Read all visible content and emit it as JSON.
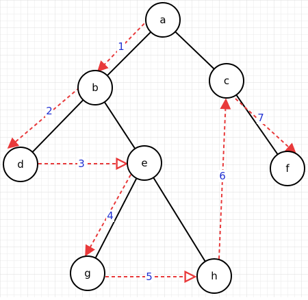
{
  "colors": {
    "node_stroke": "#000000",
    "tree_edge": "#000000",
    "traversal_edge": "#e8393a",
    "step_label": "#1f2fd1",
    "grid": "#eaeaea",
    "background": "#ffffff"
  },
  "nodes": [
    {
      "id": "a",
      "label": "a"
    },
    {
      "id": "b",
      "label": "b"
    },
    {
      "id": "c",
      "label": "c"
    },
    {
      "id": "d",
      "label": "d"
    },
    {
      "id": "e",
      "label": "e"
    },
    {
      "id": "f",
      "label": "f"
    },
    {
      "id": "g",
      "label": "g"
    },
    {
      "id": "h",
      "label": "h"
    }
  ],
  "tree_edges": [
    {
      "from": "a",
      "to": "b"
    },
    {
      "from": "a",
      "to": "c"
    },
    {
      "from": "b",
      "to": "d"
    },
    {
      "from": "b",
      "to": "e"
    },
    {
      "from": "e",
      "to": "g"
    },
    {
      "from": "e",
      "to": "h"
    },
    {
      "from": "c",
      "to": "f"
    }
  ],
  "traversal_steps": [
    {
      "step": "1",
      "from": "a",
      "to": "b"
    },
    {
      "step": "2",
      "from": "b",
      "to": "d"
    },
    {
      "step": "3",
      "from": "d",
      "to": "e"
    },
    {
      "step": "4",
      "from": "e",
      "to": "g"
    },
    {
      "step": "5",
      "from": "g",
      "to": "h"
    },
    {
      "step": "6",
      "from": "h",
      "to": "c"
    },
    {
      "step": "7",
      "from": "c",
      "to": "f"
    }
  ]
}
